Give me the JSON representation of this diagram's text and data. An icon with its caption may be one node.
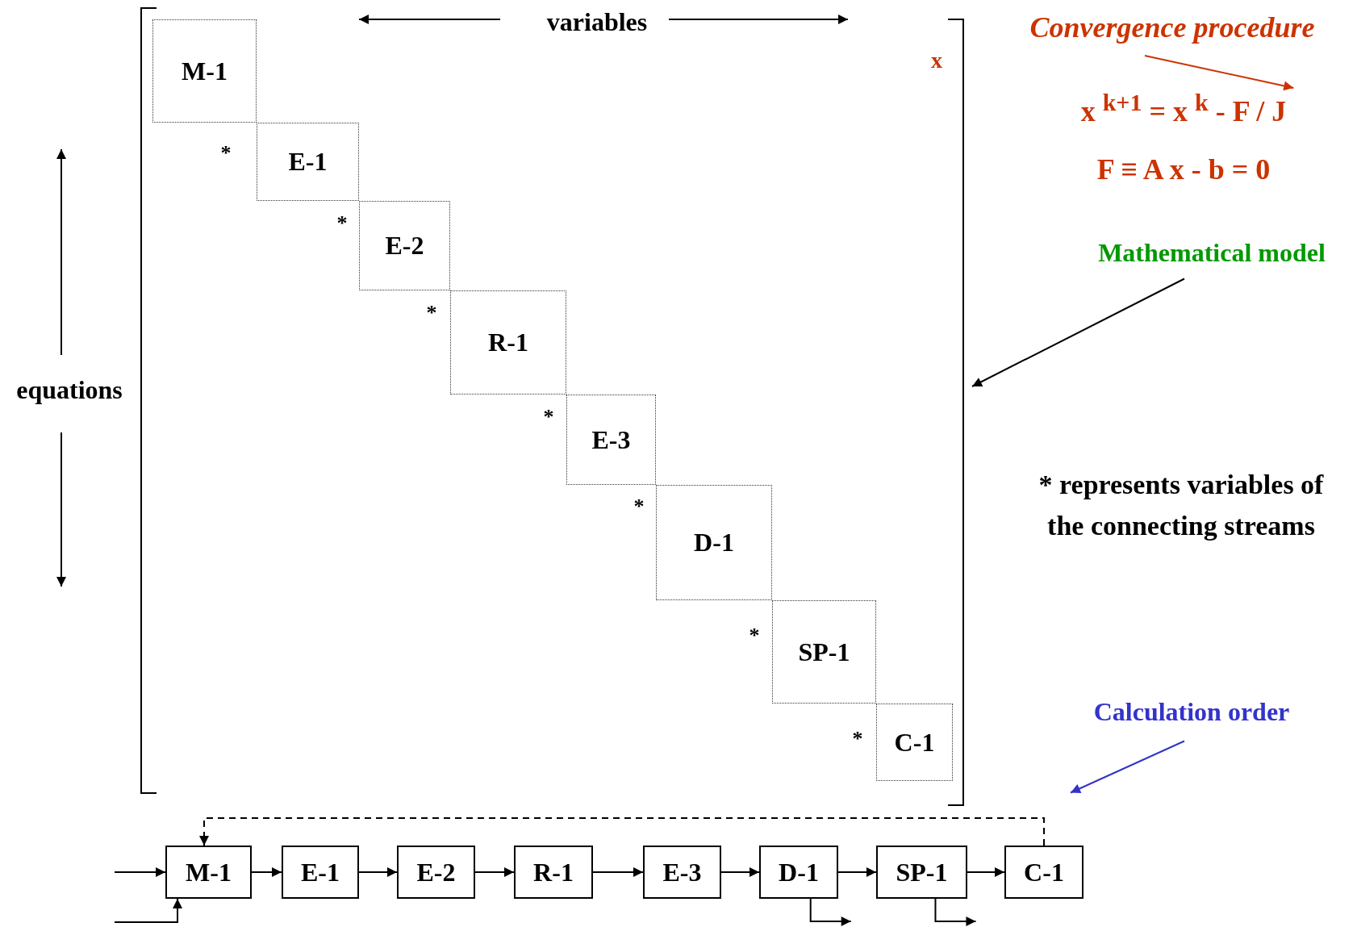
{
  "diagram": {
    "nodes": [
      {
        "text": [],
        "shape": "box"
      },
      {
        "text": [
          "M-1"
        ],
        "in": 0
      },
      {
        "text": [
          "E-1"
        ],
        "in": 0
      },
      {
        "text": [
          "E-2"
        ],
        "in": 0
      },
      {
        "text": [
          "R-1"
        ],
        "in": 0
      },
      {
        "text": [
          "E-3"
        ],
        "in": 0
      },
      {
        "text": [
          "D-1"
        ],
        "in": 0
      },
      {
        "text": [
          "SP-1"
        ],
        "in": 0
      },
      {
        "text": [
          "C-1"
        ],
        "in": 0
      },
      {
        "text": [
          "Convergence procedure"
        ]
      },
      {
        "text": [
          "x $^{k+1}$ = x $^{k}$ - F / J"
        ]
      },
      {
        "text": [
          "Mathematical model"
        ]
      },
      {
        "text": [
          "Calculation order"
        ]
      },
      {
        "text": [
          "M-1"
        ]
      },
      {
        "text": [
          "E-1"
        ]
      },
      {
        "text": [
          "E-2"
        ]
      },
      {
        "text": [
          "R-1"
        ]
      },
      {
        "text": [
          "E-3"
        ]
      },
      {
        "text": [
          "D-1"
        ]
      },
      {
        "text": [
          "SP-1"
        ]
      },
      {
        "text": [
          "C-1"
        ]
      }
    ],
    "edges": [
      {
        "from": 9,
        "to": 10,
        "arrow": "to",
        "color": "#cc3300"
      },
      {
        "from": 11,
        "to": 0,
        "arrow": "to"
      },
      {
        "from": 12,
        "to": null,
        "arrow": "to",
        "color": "#3333cc"
      },
      {
        "from": null,
        "to": 13,
        "arrow": "to"
      },
      {
        "from": null,
        "to": 13,
        "arrow": "to"
      },
      {
        "from": 13,
        "to": 14,
        "arrow": "to"
      },
      {
        "from": 14,
        "to": 15,
        "arrow": "to"
      },
      {
        "from": 15,
        "to": 16,
        "arrow": "to"
      },
      {
        "from": 16,
        "to": 17,
        "arrow": "to"
      },
      {
        "from": 17,
        "to": 18,
        "arrow": "to"
      },
      {
        "from": 18,
        "to": 19,
        "arrow": "to"
      },
      {
        "from": 19,
        "to": 20,
        "arrow": "to"
      },
      {
        "from": 18,
        "to": null,
        "arrow": "to"
      },
      {
        "from": 19,
        "to": null,
        "arrow": "to"
      },
      {
        "from": 20,
        "to": 13,
        "arrow": "to",
        "style": "dashed"
      }
    ],
    "labels": [
      "variables",
      "x",
      "F ≡ A x - b = 0",
      "equations",
      "*",
      "*",
      "*",
      "*",
      "*",
      "*",
      "*",
      "* represents variables of the connecting streams"
    ]
  }
}
